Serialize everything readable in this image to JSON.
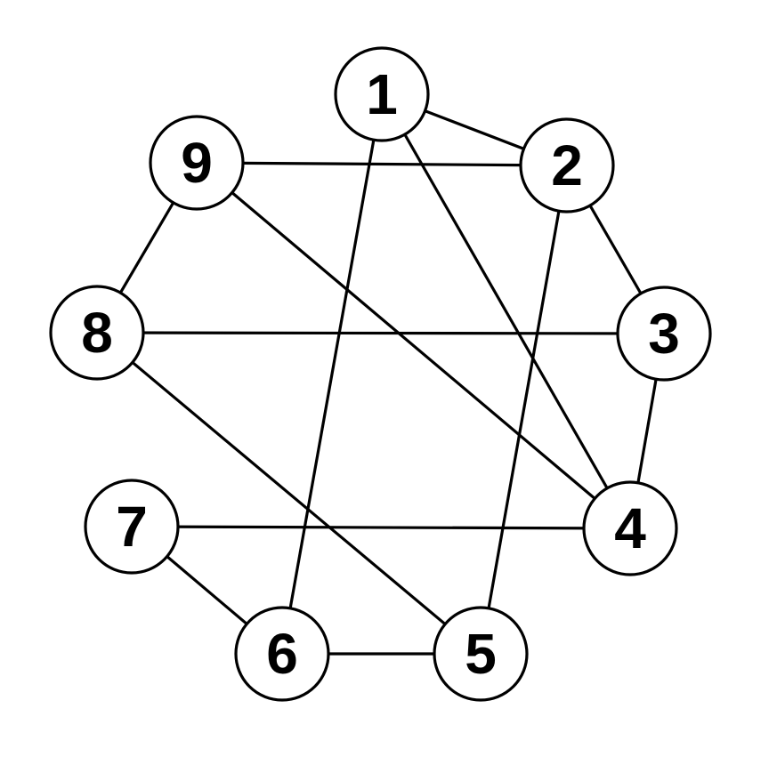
{
  "graph": {
    "nodes": [
      {
        "id": "1",
        "label": "1"
      },
      {
        "id": "2",
        "label": "2"
      },
      {
        "id": "3",
        "label": "3"
      },
      {
        "id": "4",
        "label": "4"
      },
      {
        "id": "5",
        "label": "5"
      },
      {
        "id": "6",
        "label": "6"
      },
      {
        "id": "7",
        "label": "7"
      },
      {
        "id": "8",
        "label": "8"
      },
      {
        "id": "9",
        "label": "9"
      }
    ],
    "edges": [
      [
        "1",
        "2"
      ],
      [
        "1",
        "4"
      ],
      [
        "1",
        "6"
      ],
      [
        "2",
        "9"
      ],
      [
        "2",
        "3"
      ],
      [
        "2",
        "5"
      ],
      [
        "3",
        "4"
      ],
      [
        "3",
        "8"
      ],
      [
        "4",
        "9"
      ],
      [
        "4",
        "7"
      ],
      [
        "5",
        "6"
      ],
      [
        "5",
        "8"
      ],
      [
        "6",
        "7"
      ],
      [
        "8",
        "9"
      ]
    ]
  },
  "colors": {
    "stroke": "#000000",
    "node_fill": "#ffffff",
    "background": "#ffffff"
  }
}
